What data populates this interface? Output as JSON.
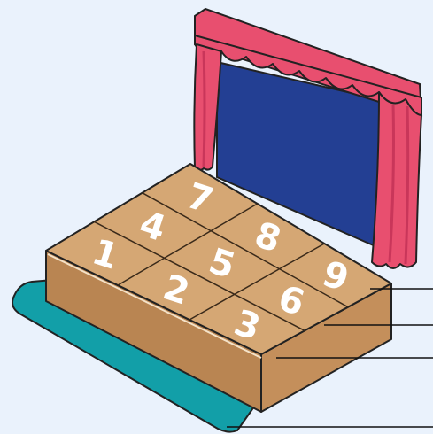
{
  "colors": {
    "background": "#eaf2fc",
    "curtain": "#e84f6f",
    "curtain_dark": "#c9365a",
    "backdrop": "#233f93",
    "stage_top": "#d5a774",
    "stage_side": "#b98552",
    "mat": "#129fa8",
    "outline": "#222222",
    "numbers": "#ffffff"
  },
  "stage": {
    "tiles": [
      {
        "label": "1"
      },
      {
        "label": "2"
      },
      {
        "label": "3"
      },
      {
        "label": "4"
      },
      {
        "label": "5"
      },
      {
        "label": "6"
      },
      {
        "label": "7"
      },
      {
        "label": "8"
      },
      {
        "label": "9"
      }
    ]
  },
  "callout_count": 4
}
